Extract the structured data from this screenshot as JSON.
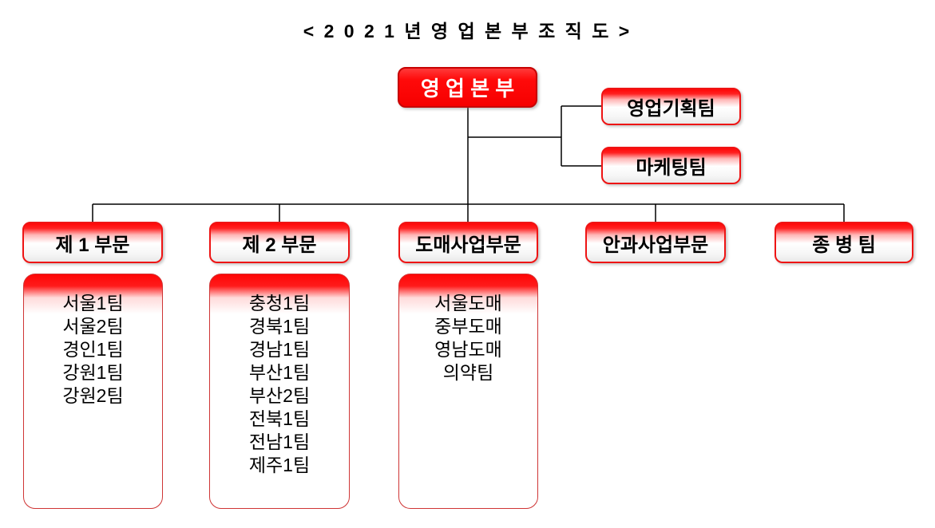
{
  "title": "< 2 0 2 1 년 영 업 본 부 조 직 도 >",
  "root": {
    "label": "영 업 본 부"
  },
  "staff_teams": [
    {
      "label": "영업기획팀"
    },
    {
      "label": "마케팅팀"
    }
  ],
  "divisions": [
    {
      "label": "제 1 부문",
      "teams": [
        "서울1팀",
        "서울2팀",
        "경인1팀",
        "강원1팀",
        "강원2팀"
      ]
    },
    {
      "label": "제 2 부문",
      "teams": [
        "충청1팀",
        "경북1팀",
        "경남1팀",
        "부산1팀",
        "부산2팀",
        "전북1팀",
        "전남1팀",
        "제주1팀"
      ]
    },
    {
      "label": "도매사업부문",
      "teams": [
        "서울도매",
        "중부도매",
        "영남도매",
        "의약팀"
      ]
    },
    {
      "label": "안과사업부문",
      "teams": []
    },
    {
      "label": "종 병 팀",
      "teams": []
    }
  ],
  "colors": {
    "accent_red": "#ff0000",
    "border_red": "#ee1414",
    "root_text": "#ffffff",
    "line": "#000000"
  }
}
